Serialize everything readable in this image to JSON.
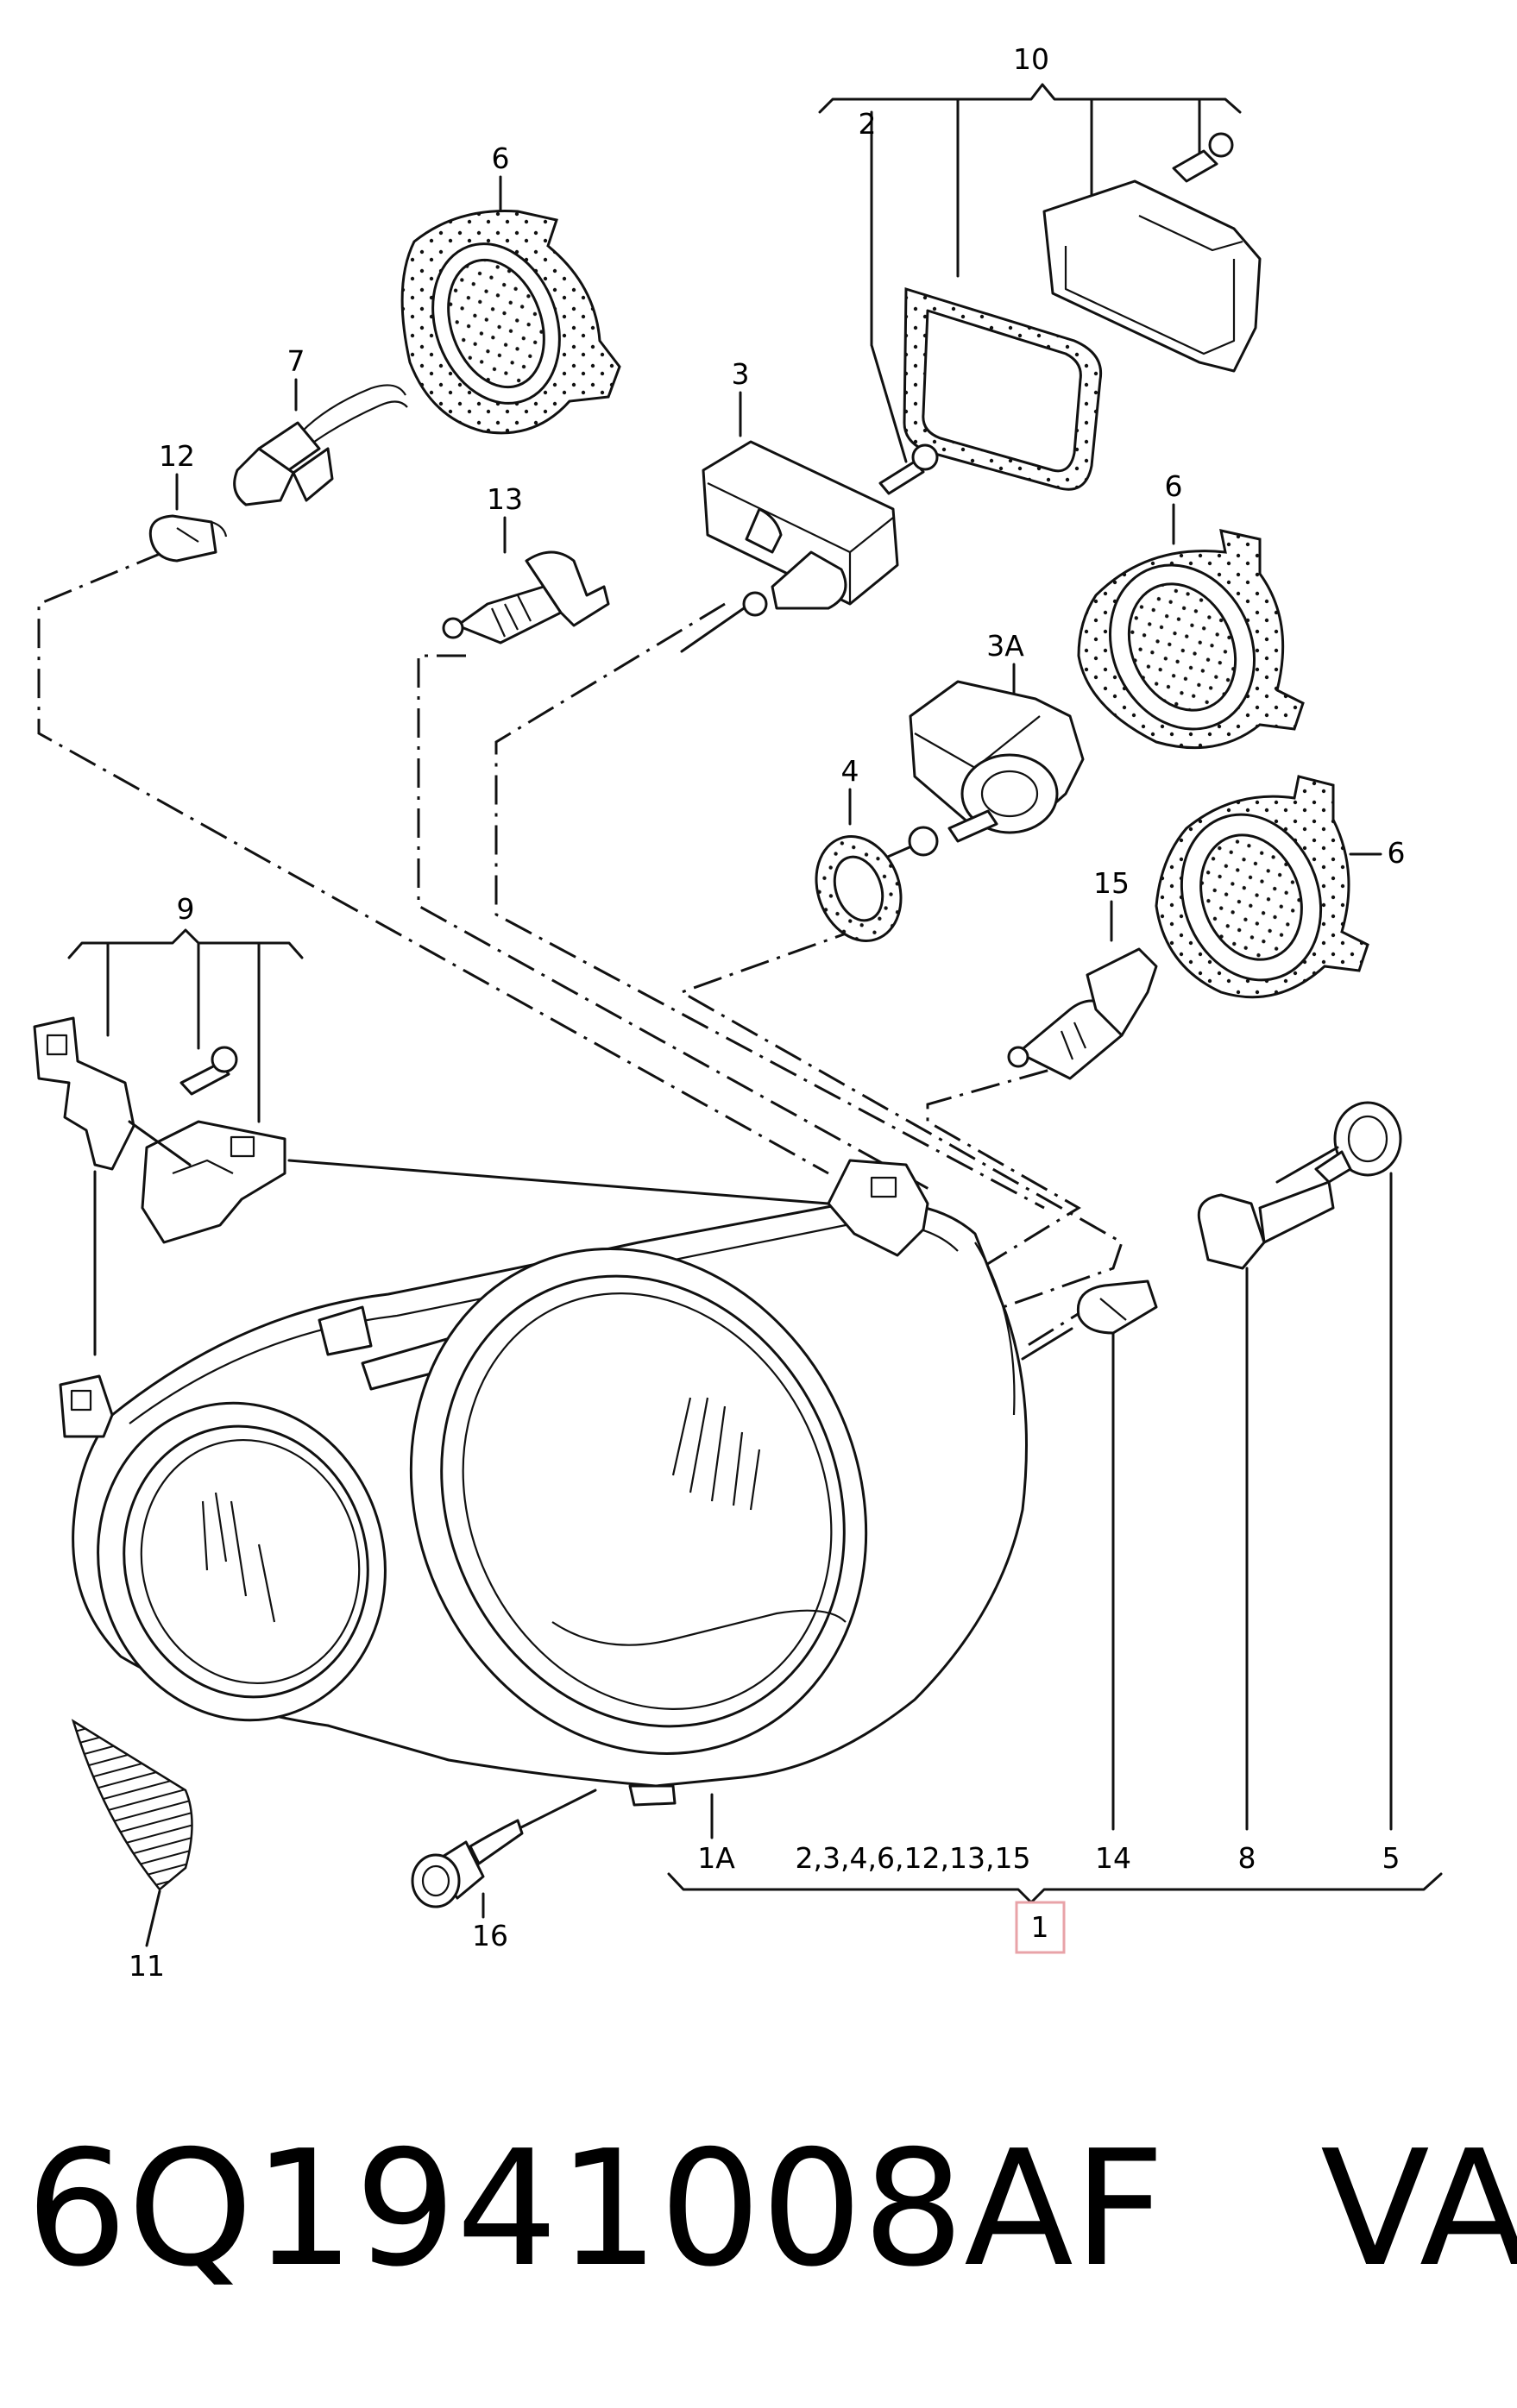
{
  "callouts": {
    "c10": "10",
    "c2": "2",
    "c6a": "6",
    "c7": "7",
    "c12": "12",
    "c3": "3",
    "c13": "13",
    "c6b": "6",
    "c3a": "3A",
    "c4": "4",
    "c6c": "6",
    "c15": "15",
    "c9": "9",
    "c1a": "1A",
    "c_set": "2,3,4,6,12,13,15",
    "c14": "14",
    "c8": "8",
    "c5": "5",
    "c1": "1",
    "c11": "11",
    "c16": "16"
  },
  "footer": {
    "part_number": "6Q1941008AF",
    "brand": "VAG"
  },
  "colors": {
    "highlight_box": "#e8a3a8",
    "line": "#111111",
    "background": "#ffffff"
  }
}
